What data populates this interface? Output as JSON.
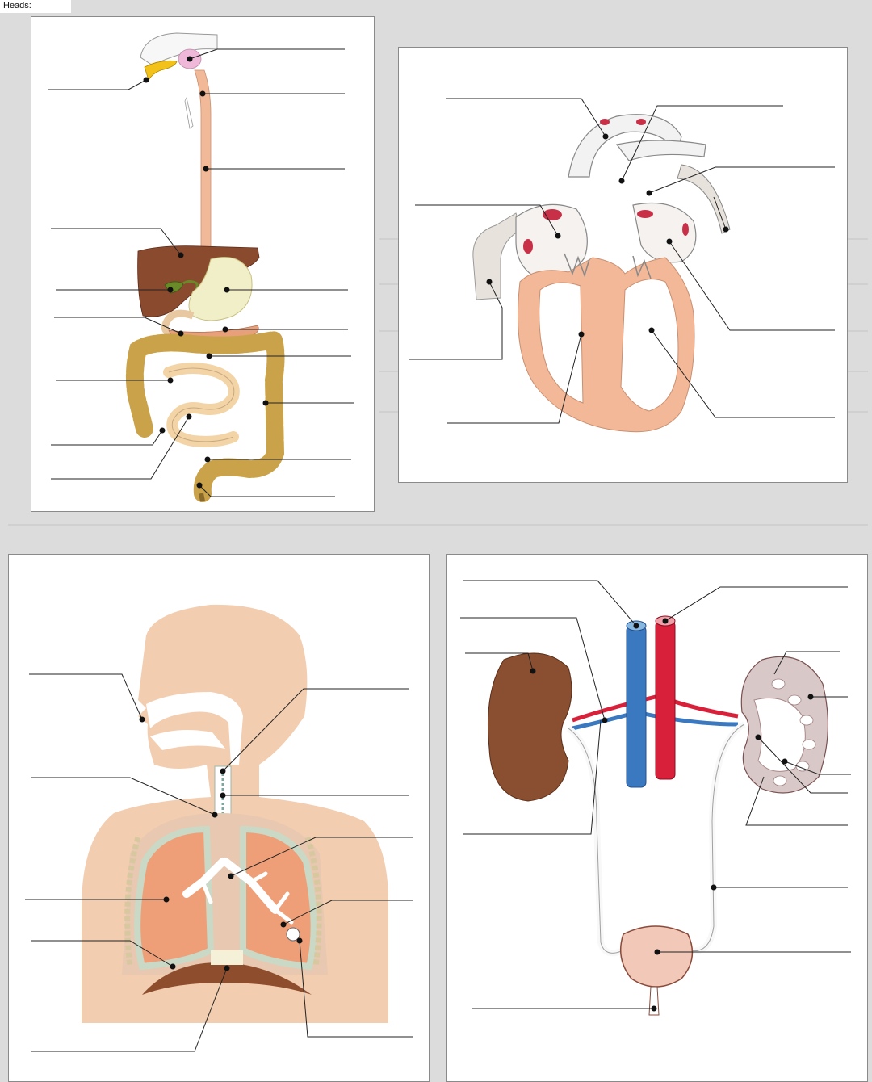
{
  "page": {
    "corner_caption": "Heads:",
    "background_color": "#dcdcdc",
    "panel_color": "#ffffff"
  },
  "panels": {
    "digestive": {
      "name": "digestive-system-diagram",
      "leader_lines": 16,
      "labels": []
    },
    "heart": {
      "name": "heart-diagram",
      "leader_lines": 10,
      "labels": []
    },
    "respiratory": {
      "name": "respiratory-system-diagram",
      "leader_lines": 10,
      "labels": []
    },
    "urinary": {
      "name": "urinary-system-diagram",
      "leader_lines": 12,
      "labels": []
    }
  },
  "colors": {
    "esophagus": "#f2b998",
    "liver": "#8a4a2e",
    "stomach": "#f1efc8",
    "gallbladder": "#6a8a2a",
    "pancreas": "#e8a07a",
    "large_intestine": "#c9a24a",
    "small_intestine": "#f3d4a6",
    "salivary_gland": "#f0b8d8",
    "mouth_yellow": "#f2c21a",
    "heart_muscle": "#f2b898",
    "heart_vessel": "#e8e2dc",
    "heart_red_spots": "#c83048",
    "body_silhouette": "#f2cdb0",
    "lung": "#ef9f78",
    "pleura": "#c9d9c6",
    "trachea": "#ffffff",
    "diaphragm": "#8e4e2e",
    "rib": "#e8ddc2",
    "kidney_brown": "#8a4e30",
    "kidney_cortex": "#d8c8c8",
    "vena_cava": "#3a78c0",
    "aorta": "#d8203a",
    "ureter": "#ffffff",
    "bladder": "#f2c8b8"
  },
  "icons": {
    "marker": "label-dot-icon"
  }
}
